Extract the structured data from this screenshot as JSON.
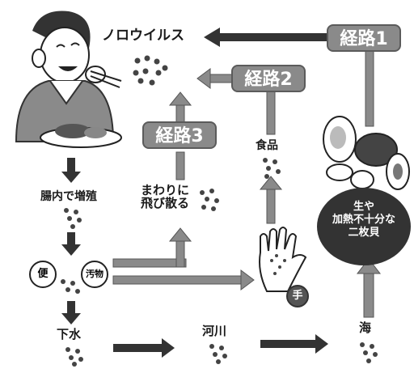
{
  "nodes": {
    "norovirus": "ノロウイルス",
    "intestinal_growth": "腸内で増殖",
    "scatter": "まわりに\n飛び散る",
    "feces": "便",
    "vomit": "汚物",
    "hand": "手",
    "food": "食品",
    "sewage": "下水",
    "river": "河川",
    "sea": "海",
    "bivalve": "生や\n加熱不十分な\n二枚貝"
  },
  "routes": {
    "route1": "経路1",
    "route2": "経路2",
    "route3": "経路3"
  },
  "colors": {
    "arrow": "#3a3a3a",
    "arrow_gray": "#8a8a8a",
    "route_bg": "#8a8a8a",
    "virus_dot": "#444444"
  }
}
